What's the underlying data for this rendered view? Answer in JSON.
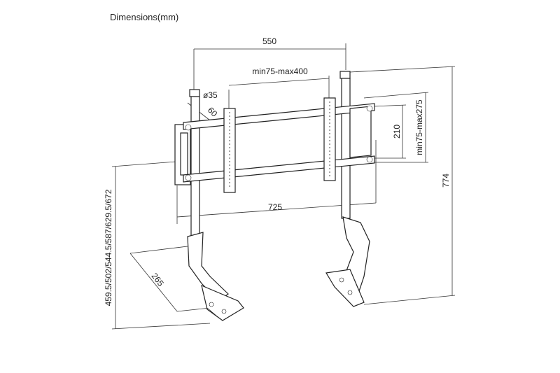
{
  "title": "Dimensions(mm)",
  "dimensions": {
    "pole_spacing": "550",
    "vesa_horizontal": "min75-max400",
    "pole_diameter": "ø35",
    "angle": "60",
    "panel_height": "210",
    "vesa_vertical": "min75-max275",
    "total_height": "774",
    "panel_width": "725",
    "height_positions": "459.5/502/544.5/587/629.5/672",
    "arm_length": "265"
  }
}
